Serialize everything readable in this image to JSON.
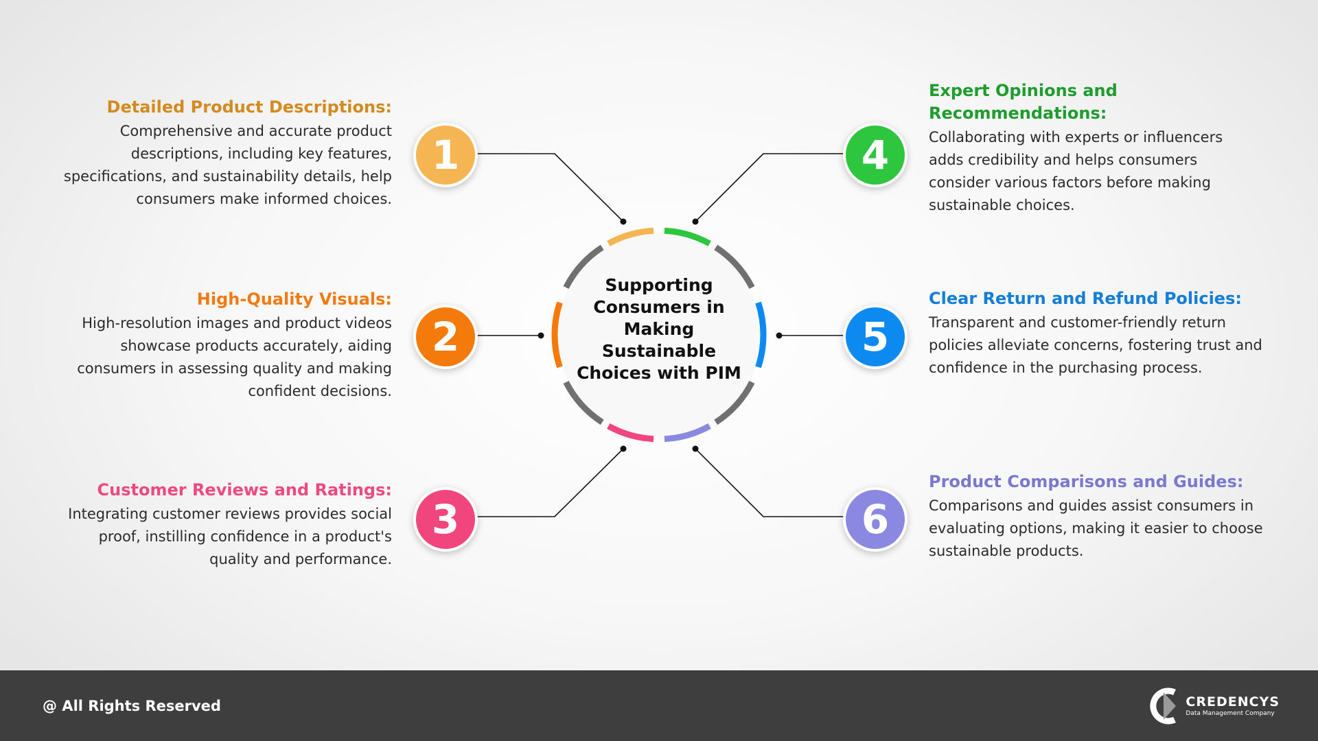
{
  "center": {
    "title": "Supporting Consumers in Making Sustainable Choices with PIM"
  },
  "colors": {
    "item1": "#F5B553",
    "item2": "#F57A0C",
    "item3": "#F0457D",
    "item4": "#2EC63F",
    "item5": "#0D8AF0",
    "item6": "#8A88E0",
    "heading1": "#D38A1E",
    "heading2": "#F27A12",
    "heading3": "#EC4A80",
    "heading4": "#1E9C2E",
    "heading5": "#137ED6",
    "heading6": "#7B78CF",
    "ring_gray": "#707070",
    "connector": "#111111",
    "footer_bg": "#3E3E3E"
  },
  "items": [
    {
      "number": "1",
      "heading": "Detailed Product Descriptions:",
      "description": "Comprehensive and accurate product descriptions, including key features, specifications, and sustainability details, help consumers make informed choices."
    },
    {
      "number": "2",
      "heading": "High-Quality Visuals:",
      "description": "High-resolution images and product videos showcase products accurately, aiding consumers in assessing quality and making confident decisions."
    },
    {
      "number": "3",
      "heading": "Customer Reviews and Ratings:",
      "description": "Integrating customer reviews provides social proof, instilling confidence in a product's quality and performance."
    },
    {
      "number": "4",
      "heading": "Expert Opinions and Recommendations:",
      "description": "Collaborating with experts or influencers adds credibility and helps consumers consider various factors before making sustainable choices."
    },
    {
      "number": "5",
      "heading": "Clear Return and Refund Policies:",
      "description": "Transparent and customer-friendly return policies alleviate concerns, fostering trust and confidence in the purchasing process."
    },
    {
      "number": "6",
      "heading": "Product Comparisons and Guides:",
      "description": "Comparisons and guides assist consumers in evaluating options, making it easier to choose sustainable products."
    }
  ],
  "footer": {
    "rights": "@ All Rights Reserved",
    "brand": "CREDENCYS",
    "tagline": "Data Management Company"
  }
}
